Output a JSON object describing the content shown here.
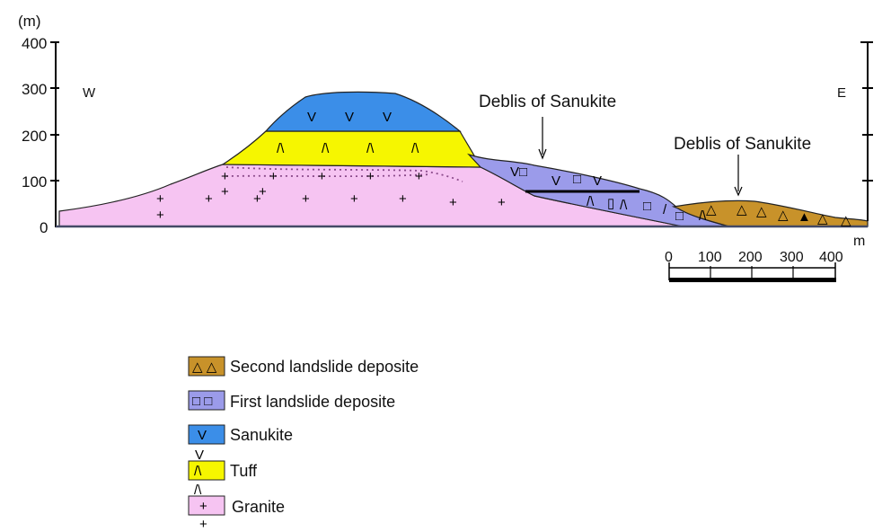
{
  "axis": {
    "unit": "(m)",
    "ticks": [
      "400",
      "300",
      "200",
      "100",
      "0"
    ],
    "west_label": "W",
    "east_label": "E"
  },
  "annotations": {
    "upper": "Deblis of Sanukite",
    "lower": "Deblis of Sanukite"
  },
  "scale_bar": {
    "labels": [
      "0",
      "100",
      "200",
      "300",
      "400"
    ],
    "unit": "m"
  },
  "legend": [
    {
      "id": "second-landslide",
      "label": "Second landslide deposite",
      "color": "#c8922a",
      "symbol": "△ △"
    },
    {
      "id": "first-landslide",
      "label": "First landslide deposite",
      "color": "#9b9bea",
      "symbol": "□ □"
    },
    {
      "id": "sanukite",
      "label": "Sanukite",
      "color": "#3b8ee8",
      "symbol": "V"
    },
    {
      "id": "tuff",
      "label": "Tuff",
      "color": "#f6f600",
      "symbol": "/\\"
    },
    {
      "id": "granite",
      "label": "Granite",
      "color": "#f6c4f2",
      "symbol": "+"
    }
  ],
  "colors": {
    "granite": "#f6c4f2",
    "tuff": "#f6f600",
    "sanukite": "#3b8ee8",
    "first_landslide": "#9b9bea",
    "second_landslide": "#c8922a",
    "baseline": "#444a66"
  }
}
